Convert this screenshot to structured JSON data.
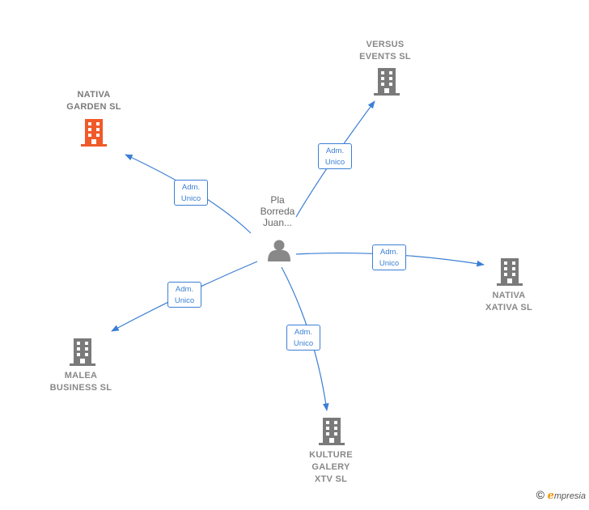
{
  "center_person": {
    "name": "Pla\nBorreda\nJuan...",
    "icon": "person-icon"
  },
  "companies": [
    {
      "id": "nativa-garden",
      "name": "NATIVA\nGARDEN  SL",
      "color": "#f05a28",
      "highlight": true
    },
    {
      "id": "versus-events",
      "name": "VERSUS\nEVENTS SL",
      "color": "#7a7a7a",
      "highlight": false
    },
    {
      "id": "nativa-xativa",
      "name": "NATIVA\nXATIVA  SL",
      "color": "#7a7a7a",
      "highlight": false
    },
    {
      "id": "malea-business",
      "name": "MALEA\nBUSINESS  SL",
      "color": "#7a7a7a",
      "highlight": false
    },
    {
      "id": "kulture-galery",
      "name": "KULTURE\nGALERY\nXTV  SL",
      "color": "#7a7a7a",
      "highlight": false
    }
  ],
  "relations": [
    {
      "to": "nativa-garden",
      "role": "Adm.\nUnico"
    },
    {
      "to": "versus-events",
      "role": "Adm.\nUnico"
    },
    {
      "to": "nativa-xativa",
      "role": "Adm.\nUnico"
    },
    {
      "to": "malea-business",
      "role": "Adm.\nUnico"
    },
    {
      "to": "kulture-galery",
      "role": "Adm.\nUnico"
    }
  ],
  "edge_color": "#3b7fd4",
  "footer": {
    "copyright": "©",
    "brand_initial": "e",
    "brand_rest": "mpresia"
  }
}
